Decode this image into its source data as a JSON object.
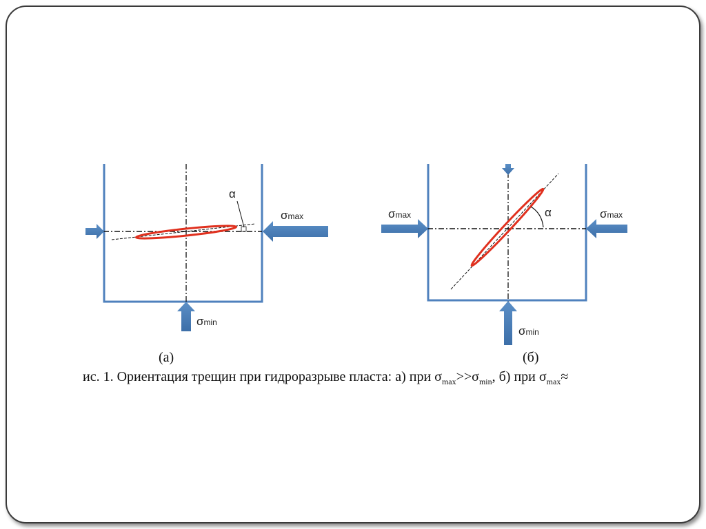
{
  "figure_a": {
    "label": "(а)",
    "sigma_max": "σ",
    "sigma_max_sub": "max",
    "sigma_min": "σ",
    "sigma_min_sub": "min",
    "angle": "α"
  },
  "figure_b": {
    "label": "(б)",
    "sigma_max": "σ",
    "sigma_max_sub": "max",
    "sigma_min": "σ",
    "sigma_min_sub": "min",
    "angle": "α"
  },
  "caption": {
    "part1": "ис. 1. Ориентация трещин при гидроразрыве пласта: а) при σ",
    "sub1": "max",
    "part2": ">>σ",
    "sub2": "min",
    "part3": ", б) при σ",
    "sub3": "max",
    "part4": "≈"
  },
  "colors": {
    "wall": "#4f81bd",
    "crack": "#e0301e",
    "arrow": "#4a7db5"
  }
}
